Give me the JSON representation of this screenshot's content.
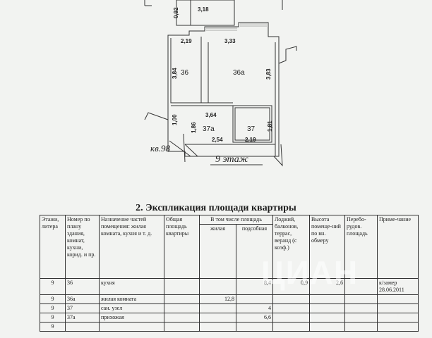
{
  "plan": {
    "apartment_label": "кв.98",
    "floor_label": "9 этаж",
    "rooms": [
      "36",
      "36а",
      "37а",
      "37"
    ],
    "dims": {
      "top_small": "0,92",
      "top_wide": "3,18",
      "left_top": "2,19",
      "mid_top": "3,33",
      "left_side": "3,84",
      "right_side": "3,83",
      "mid_wall": "3,64",
      "left_lower": "1,00",
      "hall_side": "1,86",
      "wc_side": "1,81",
      "bottom_left": "2,54",
      "bottom_right": "2,19"
    }
  },
  "table": {
    "title": "2. Экспликация площади квартиры",
    "headers": {
      "floor": "Этажи, литера",
      "number": "Номер по плану здания, комнат, кухни, корид. и пр.",
      "purpose": "Назначение частей помещения: жилая комната, кухня и т. д.",
      "total": "Общая площадь квартиры",
      "incl": "В том числе площадь",
      "living": "жилая",
      "aux": "подсобная",
      "loggia": "Лоджий, балконов, террас, веранд (с коэф.)",
      "height": "Высота помеще-ний по вн. обмеру",
      "redev": "Перебо-рудов. площадь",
      "note": "Приме-чание"
    },
    "rows": [
      {
        "floor": "9",
        "number": "36",
        "purpose": "кухня",
        "total": "",
        "living": "",
        "aux": "8,4",
        "loggia": "0,9",
        "height": "2,6",
        "redev": "",
        "note": "к/замер 28.06.2011"
      },
      {
        "floor": "9",
        "number": "36а",
        "purpose": "жилая комната",
        "total": "",
        "living": "12,8",
        "aux": "",
        "loggia": "",
        "height": "",
        "redev": "",
        "note": ""
      },
      {
        "floor": "9",
        "number": "37",
        "purpose": "сан. узел",
        "total": "",
        "living": "",
        "aux": "4",
        "loggia": "",
        "height": "",
        "redev": "",
        "note": ""
      },
      {
        "floor": "9",
        "number": "37а",
        "purpose": "прихожая",
        "total": "",
        "living": "",
        "aux": "6,6",
        "loggia": "",
        "height": "",
        "redev": "",
        "note": ""
      },
      {
        "floor": "9",
        "number": "",
        "purpose": "",
        "total": "",
        "living": "",
        "aux": "",
        "loggia": "",
        "height": "",
        "redev": "",
        "note": ""
      }
    ]
  },
  "watermark": {
    "brand": "ЦИАН",
    "code": ""
  }
}
